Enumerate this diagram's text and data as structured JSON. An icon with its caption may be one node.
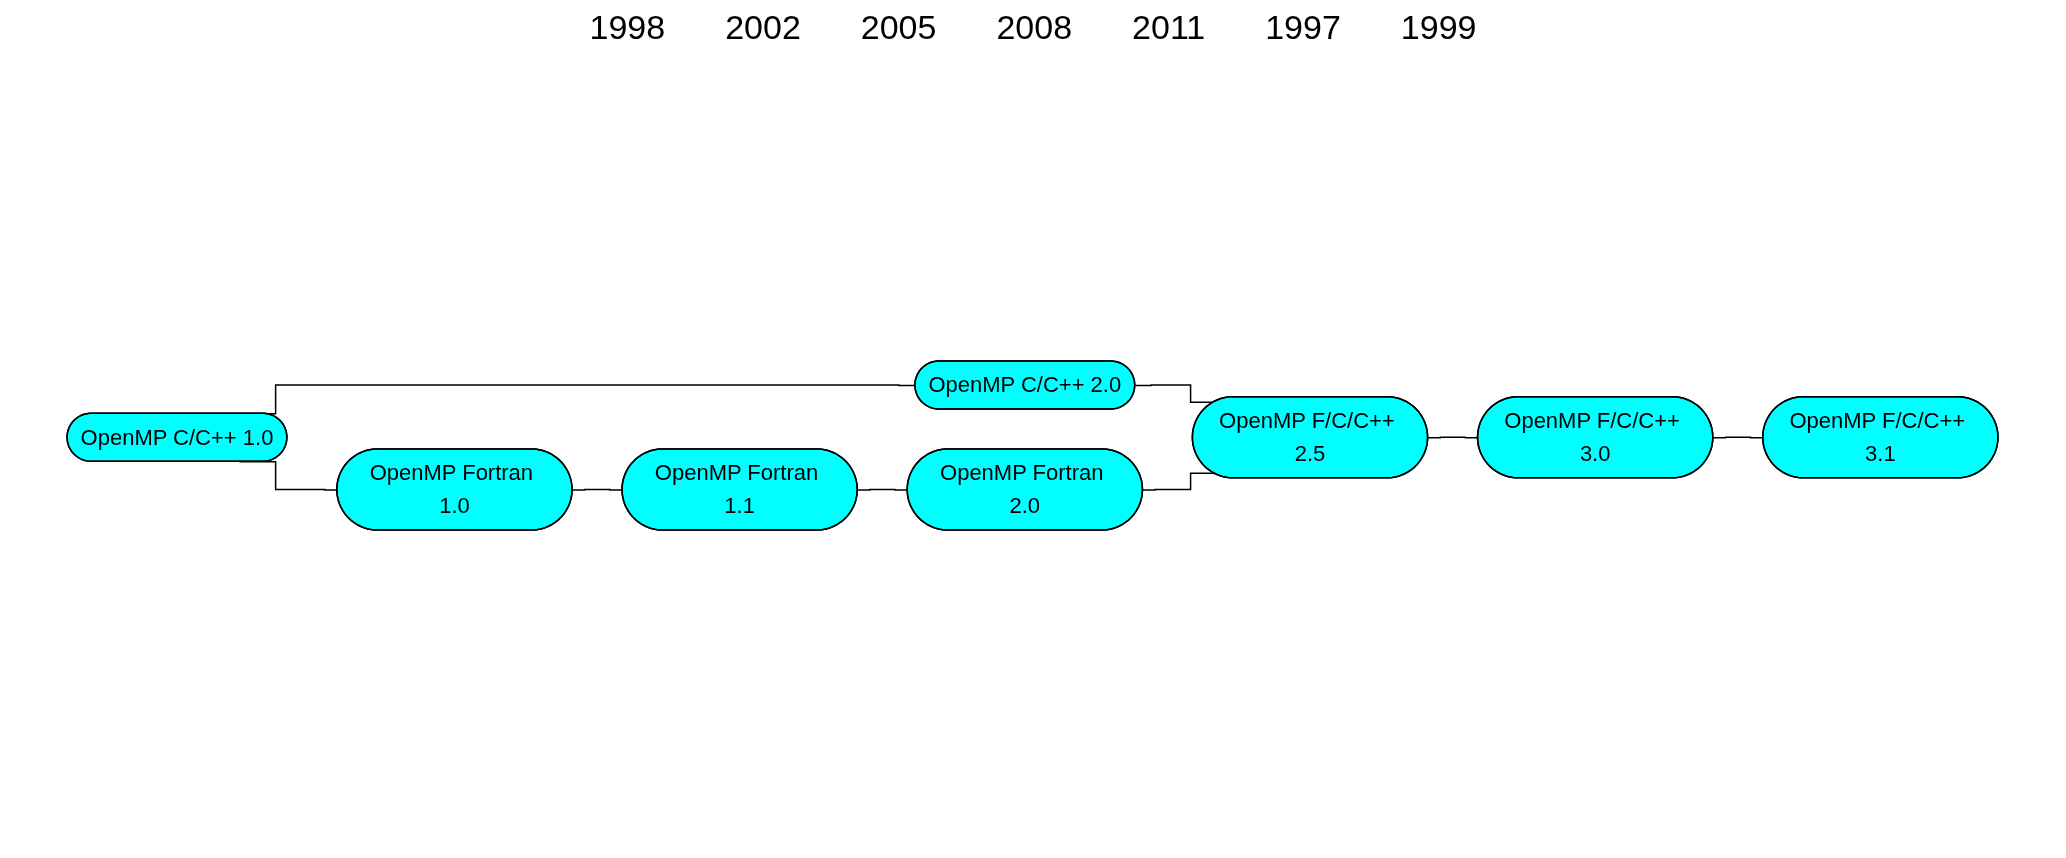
{
  "diagram": {
    "nodes": [
      {
        "text": [
          "OpenMP C/C++ 1.0"
        ]
      },
      {
        "text": [
          "OpenMP C/C++ 2.0"
        ]
      },
      {
        "text": [
          "OpenMP F/C/C++ 2.5"
        ]
      },
      {
        "text": [
          "OpenMP F/C/C++ 3.0"
        ]
      },
      {
        "text": [
          "OpenMP F/C/C++ 3.1"
        ]
      },
      {
        "text": [
          "OpenMP Fortran 1.0"
        ]
      },
      {
        "text": [
          "OpenMP Fortran 1.1"
        ]
      },
      {
        "text": [
          "OpenMP Fortran 2.0"
        ]
      }
    ],
    "edges": [
      {
        "from": 0,
        "to": 1,
        "arrow": "none"
      },
      {
        "from": 0,
        "to": 5,
        "arrow": "none"
      },
      {
        "from": 5,
        "to": 6,
        "arrow": "none"
      },
      {
        "from": 6,
        "to": 7,
        "arrow": "none"
      },
      {
        "from": 1,
        "to": 2,
        "arrow": "none"
      },
      {
        "from": 7,
        "to": 2,
        "arrow": "none"
      },
      {
        "from": 2,
        "to": 3,
        "arrow": "none"
      },
      {
        "from": 3,
        "to": 4,
        "arrow": "none"
      }
    ],
    "labels": [
      "1998",
      "2002",
      "2005",
      "2008",
      "2011",
      "1997",
      "1999"
    ]
  }
}
